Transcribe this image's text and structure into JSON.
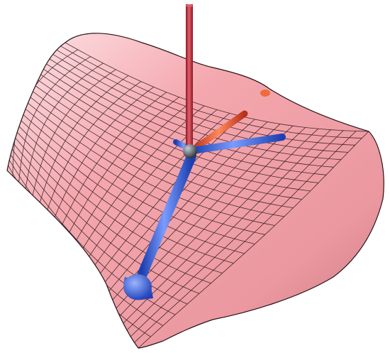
{
  "scene": {
    "subject": "saddle-surface-with-vectors",
    "colors": {
      "background": "#ffffff",
      "surface": "#f4a7ae",
      "surface_highlight": "#fde4e8",
      "surface_shadow": "#c97880",
      "grid_line": "#2a1416",
      "vertical_arrow": "#c8303e",
      "orange_arrow": "#f0502a",
      "blue_arrow": "#2f5fe8",
      "origin_sphere": "#4a5058"
    },
    "vectors": [
      {
        "name": "vertical-arrow",
        "color": "vertical_arrow",
        "icon": "red-cylinder"
      },
      {
        "name": "orange-arrow",
        "color": "orange_arrow",
        "icon": "orange-cylinder"
      },
      {
        "name": "blue-arrow-right",
        "color": "blue_arrow",
        "icon": "blue-cylinder"
      },
      {
        "name": "blue-arrow-down",
        "color": "blue_arrow",
        "icon": "blue-cylinder-with-cone-head"
      }
    ]
  }
}
